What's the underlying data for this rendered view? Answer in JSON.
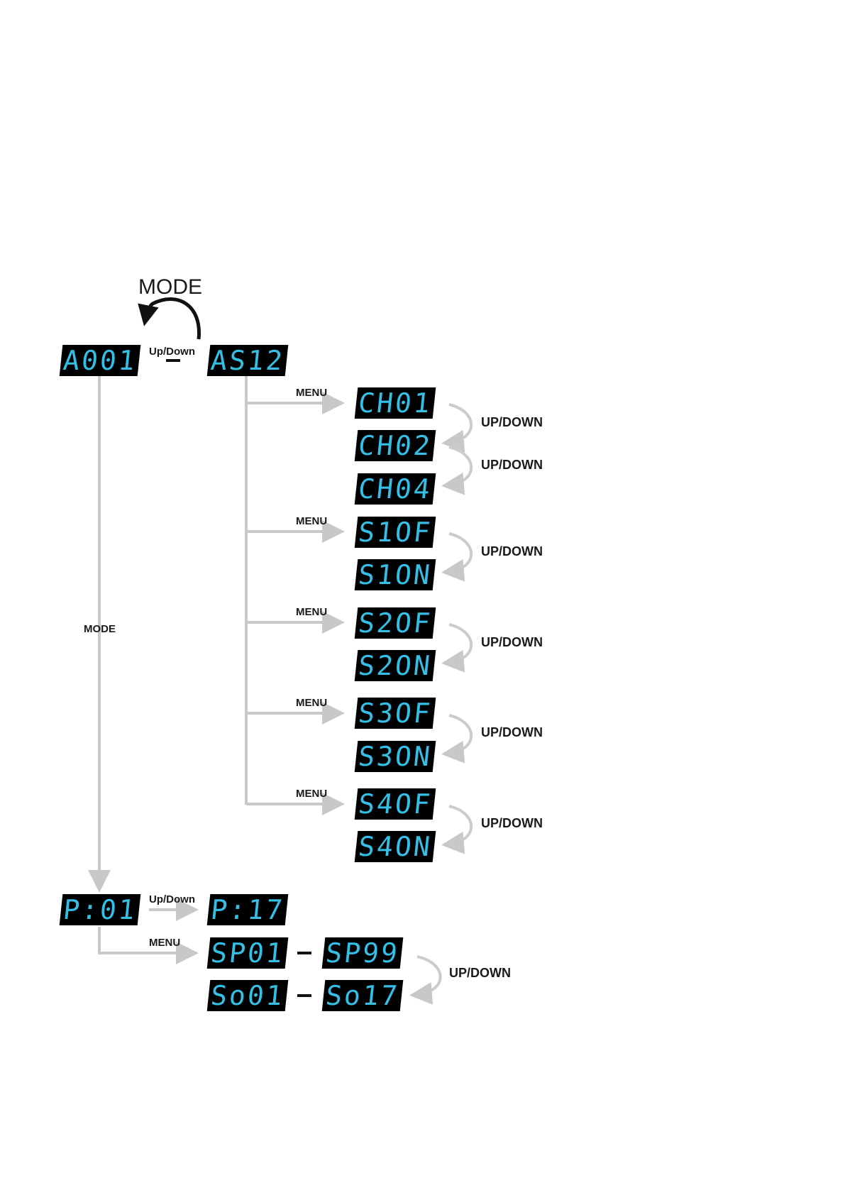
{
  "displays": {
    "a001": "A001",
    "as12": "AS12",
    "ch01": "CH01",
    "ch02": "CH02",
    "ch04": "CH04",
    "s1of": "S1OF",
    "s1on": "S1ON",
    "s2of": "S2OF",
    "s2on": "S2ON",
    "s3of": "S3OF",
    "s3on": "S3ON",
    "s4of": "S4OF",
    "s4on": "S4ON",
    "p01": "P:01",
    "p17": "P:17",
    "sp01": "SP01",
    "sp99": "SP99",
    "so01": "So01",
    "so17": "So17"
  },
  "labels": {
    "mode_top": "MODE",
    "updown_top": "Up/Down",
    "mode_side": "MODE",
    "menu": "MENU",
    "updown_caps": "UP/DOWN",
    "updown_bottom": "Up/Down"
  },
  "colors": {
    "lcd_background": "#000000",
    "lcd_segment": "#33bfe6",
    "connector": "#c8c8c8",
    "curved_arrow": "#cccccc",
    "mode_arrow": "#111111"
  }
}
